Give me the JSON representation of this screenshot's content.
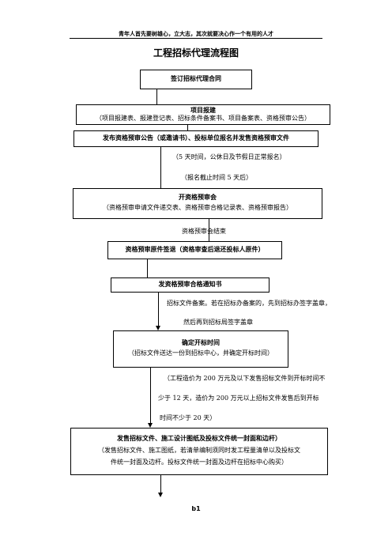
{
  "header": {
    "motto": "青年人首先要树雄心，立大志，其次就要决心作一个有用的人才"
  },
  "doc": {
    "title": "工程招标代理流程图"
  },
  "steps": {
    "sign": {
      "title": "签订招标代理合同"
    },
    "report": {
      "title": "项目报建",
      "detail": "（项目报建表、报建登记表、招标条件备案书、项目备案表、资格预审公告）"
    },
    "prequal_notice": {
      "title": "发布资格预审公告（或邀请书）、投标单位报名并发售资格预审文件"
    },
    "notes_after_notice": [
      "（5 天时间，公休日及节假日正常报名）",
      "（报名截止时间 5 天后）"
    ],
    "prequal_meeting": {
      "title": "开资格预审会",
      "detail": "（资格预审申请文件递交表、资格预审合格记录表、资格预审报告）"
    },
    "note_prequal_end": "资格预审会结束",
    "original_return": {
      "title": "资格预审原件签退（资格审查后退还投标人原件）"
    },
    "pass_notice": {
      "title": "发资格预审合格通知书"
    },
    "notes_after_pass": [
      "招标文件备案。若在招标办备案的，先到招标办签字盖章，",
      "然后再到招标局签字盖章"
    ],
    "bid_time": {
      "title": "确定开标时间",
      "detail": "（招标文件送达一份到招标中心，并确定开标时间）"
    },
    "notes_after_time": [
      "（工程造价为 200 万元及以下发售招标文件到开标时间不",
      "少于 12 天，造价为 200 万元以上招标文件发售后到开标",
      "时间不少于 20 天）"
    ],
    "sale": {
      "title": "发售招标文件、施工设计图纸及投标文件统一封面和边杆）",
      "detail_lines": [
        "（发售招标文件、施工图纸，若清单编制须同时发工程量清单以及投标文",
        "件统一封面及边杆。投标文件统一封面及边杆在招标中心购买）"
      ]
    }
  },
  "footer": {
    "page": "b1"
  }
}
